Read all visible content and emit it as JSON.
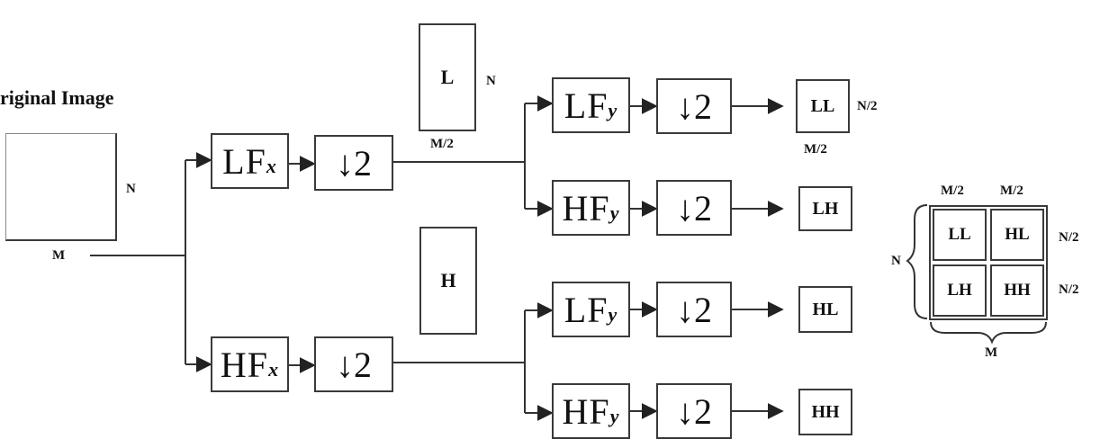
{
  "original": {
    "title": "riginal Image",
    "dim_n": "N",
    "dim_m": "M"
  },
  "stage1": {
    "lfx": {
      "base": "LF",
      "sub": "x"
    },
    "hfx": {
      "base": "HF",
      "sub": "x"
    },
    "down": "↓2"
  },
  "intermediate": {
    "l": {
      "label": "L",
      "dim_n": "N",
      "dim_m2": "M/2"
    },
    "h": {
      "label": "H"
    }
  },
  "stage2": {
    "lfy": {
      "base": "LF",
      "sub": "y"
    },
    "hfy": {
      "base": "HF",
      "sub": "y"
    },
    "down": "↓2"
  },
  "outputs": {
    "ll": "LL",
    "lh": "LH",
    "hl": "HL",
    "hh": "HH",
    "ll_dim_n2": "N/2",
    "ll_dim_m2": "M/2"
  },
  "summary": {
    "cells": [
      "LL",
      "HL",
      "LH",
      "HH"
    ],
    "top_m2_left": "M/2",
    "top_m2_right": "M/2",
    "right_n2_top": "N/2",
    "right_n2_bottom": "N/2",
    "left_n": "N",
    "bottom_m": "M"
  }
}
